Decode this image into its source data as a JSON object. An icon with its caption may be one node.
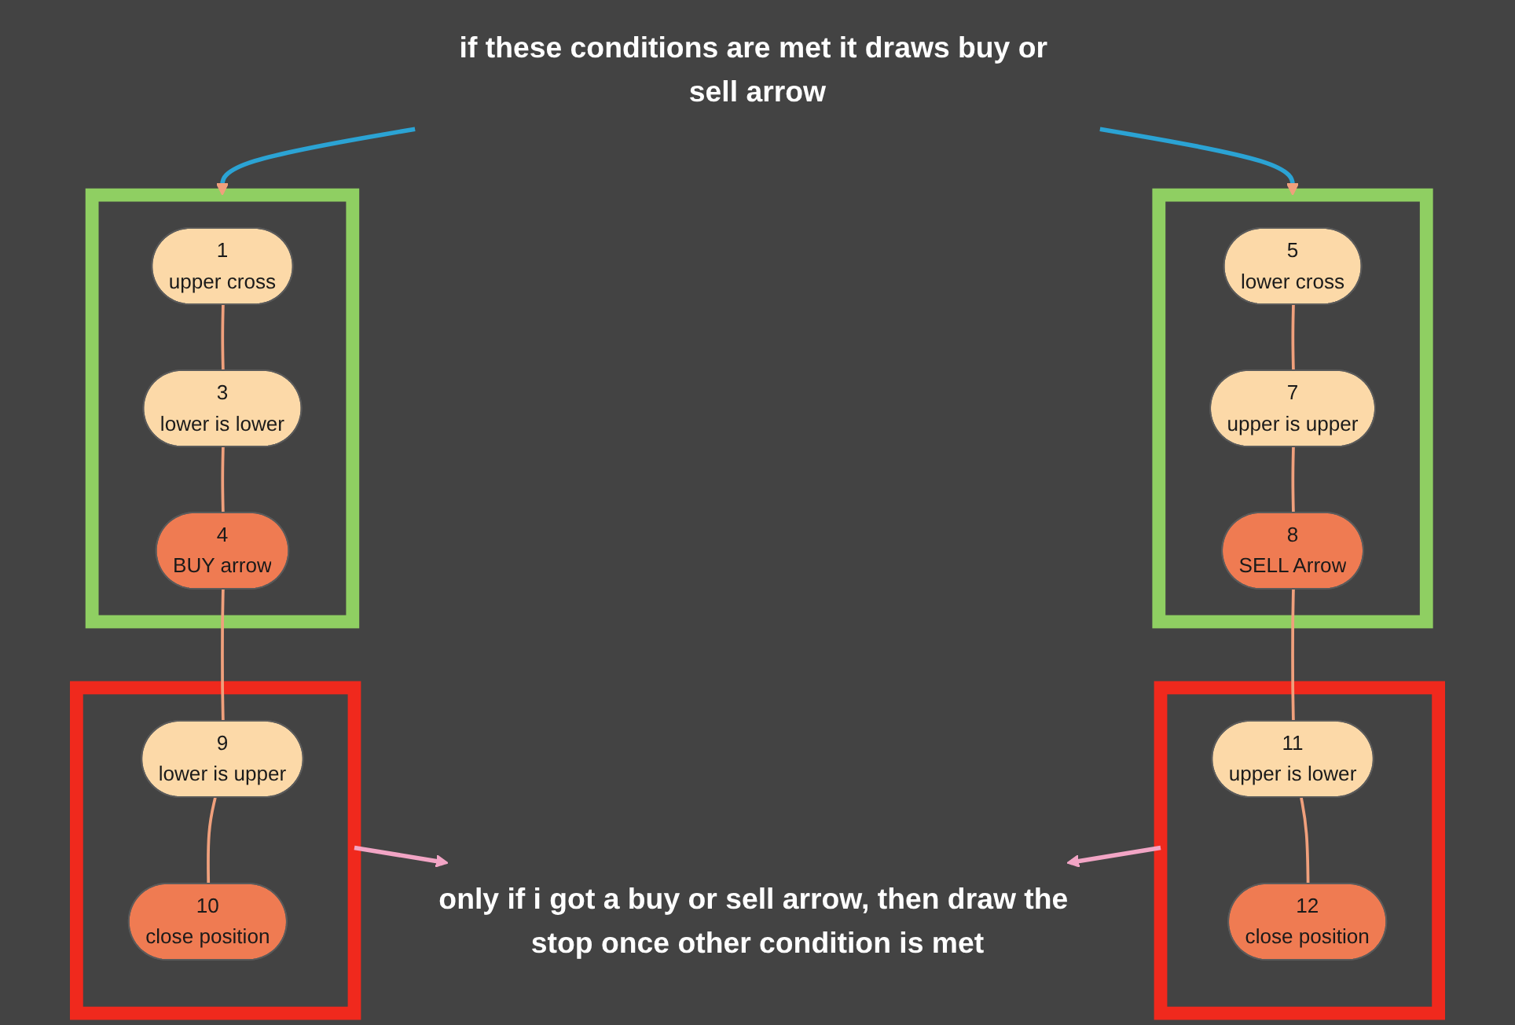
{
  "diagram": {
    "nodes": [
      {
        "text": [
          "if these conditions are met it draws buy or sell arrow"
        ]
      },
      {
        "text": [],
        "shape": "box"
      },
      {
        "text": [
          "1",
          "upper cross"
        ],
        "in": 1
      },
      {
        "text": [
          "3",
          "lower is lower"
        ],
        "in": 1
      },
      {
        "text": [
          "4",
          "BUY arrow"
        ],
        "in": 1
      },
      {
        "text": [],
        "shape": "box"
      },
      {
        "text": [
          "5",
          "lower cross"
        ],
        "in": 5
      },
      {
        "text": [
          "7",
          "upper is upper"
        ],
        "in": 5
      },
      {
        "text": [
          "8",
          "SELL Arrow"
        ],
        "in": 5
      },
      {
        "text": [],
        "shape": "box"
      },
      {
        "text": [
          "9",
          "lower is upper"
        ],
        "in": 9
      },
      {
        "text": [
          "10",
          "close position"
        ],
        "in": 9
      },
      {
        "text": [],
        "shape": "box"
      },
      {
        "text": [
          "11",
          "upper is lower"
        ],
        "in": 12
      },
      {
        "text": [
          "12",
          "close position"
        ],
        "in": 12
      },
      {
        "text": [
          "only if i got a buy or sell arrow, then draw the stop once other condition is met"
        ]
      }
    ],
    "edges": [
      {
        "from": 0,
        "to": 1,
        "arrow": "to",
        "color": "#2ba3d4"
      },
      {
        "from": 0,
        "to": 5,
        "arrow": "to",
        "color": "#2ba3d4"
      },
      {
        "from": 2,
        "to": 3,
        "arrow": "none"
      },
      {
        "from": 3,
        "to": 4,
        "arrow": "none"
      },
      {
        "from": 6,
        "to": 7,
        "arrow": "none"
      },
      {
        "from": 7,
        "to": 8,
        "arrow": "none"
      },
      {
        "from": 4,
        "to": 10,
        "arrow": "none"
      },
      {
        "from": 8,
        "to": 13,
        "arrow": "none"
      },
      {
        "from": 10,
        "to": 11,
        "arrow": "none"
      },
      {
        "from": 13,
        "to": 14,
        "arrow": "none"
      },
      {
        "from": 9,
        "to": 15,
        "arrow": "to",
        "color": "#f2a5c5"
      },
      {
        "from": 12,
        "to": 15,
        "arrow": "to",
        "color": "#f2a5c5"
      }
    ]
  }
}
